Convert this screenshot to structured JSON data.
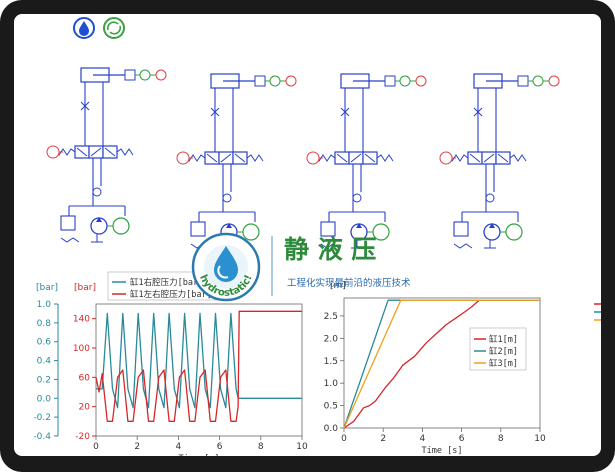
{
  "toolbar": {
    "icons": [
      "water-drop-icon",
      "recycle-icon"
    ]
  },
  "logo": {
    "ring_text": "hydrostatic!",
    "title": "静 液 压",
    "subtitle": "工程化实现最前沿的液压技术",
    "color": "#2e8b3d"
  },
  "chart_data": [
    {
      "type": "line",
      "xlabel": "Time [s]",
      "xlim": [
        0,
        10
      ],
      "x_ticks": [
        0,
        2,
        4,
        6,
        8,
        10
      ],
      "left_axis": {
        "unit": "[bar]",
        "ylim": [
          -0.4,
          1.0
        ],
        "ticks": [
          -0.4,
          -0.2,
          0.0,
          0.2,
          0.4,
          0.6,
          0.8,
          1.0
        ],
        "color": "#2a8a9a"
      },
      "right_axis": {
        "unit": "[bar]",
        "ylim": [
          -20,
          160
        ],
        "ticks": [
          -20,
          20,
          60,
          100,
          140
        ],
        "color": "#d62728"
      },
      "series": [
        {
          "name": "缸1右腔压力[bar]",
          "color": "#2a8a9a",
          "axis": "left",
          "x": [
            0,
            0.3,
            0.55,
            0.8,
            1.05,
            1.3,
            1.55,
            1.8,
            2.05,
            2.3,
            2.55,
            2.8,
            3.05,
            3.3,
            3.55,
            3.8,
            4.05,
            4.3,
            4.55,
            4.8,
            5.05,
            5.3,
            5.55,
            5.8,
            6.05,
            6.3,
            6.55,
            6.8,
            6.9,
            10
          ],
          "y": [
            0.1,
            0.1,
            0.9,
            0.1,
            -0.1,
            0.9,
            0.1,
            -0.1,
            0.9,
            0.1,
            -0.1,
            0.9,
            0.1,
            -0.1,
            0.9,
            0.1,
            -0.1,
            0.9,
            0.1,
            -0.1,
            0.9,
            0.1,
            -0.1,
            0.9,
            0.1,
            -0.1,
            0.9,
            0.1,
            0.0,
            0.0
          ]
        },
        {
          "name": "缸1左右腔压力[bar]",
          "color": "#d62728",
          "axis": "right",
          "x": [
            0,
            0.15,
            0.3,
            0.55,
            0.8,
            1.05,
            1.3,
            1.55,
            1.8,
            2.05,
            2.3,
            2.55,
            2.8,
            3.05,
            3.3,
            3.55,
            3.8,
            4.05,
            4.3,
            4.55,
            4.8,
            5.05,
            5.3,
            5.55,
            5.8,
            6.05,
            6.3,
            6.55,
            6.8,
            6.9,
            6.95,
            10
          ],
          "y": [
            60,
            40,
            65,
            0,
            0,
            60,
            70,
            0,
            0,
            60,
            70,
            0,
            0,
            60,
            70,
            0,
            0,
            60,
            70,
            0,
            0,
            60,
            70,
            0,
            0,
            60,
            70,
            0,
            0,
            20,
            150,
            150
          ]
        }
      ]
    },
    {
      "type": "line",
      "ylabel": "[m]",
      "xlabel": "Time [s]",
      "xlim": [
        0,
        10
      ],
      "ylim": [
        0,
        2.9
      ],
      "x_ticks": [
        0,
        2,
        4,
        6,
        8,
        10
      ],
      "y_ticks": [
        0.0,
        0.5,
        1.0,
        1.5,
        2.0,
        2.5
      ],
      "series": [
        {
          "name": "缸1[m]",
          "color": "#d62728",
          "x": [
            0,
            0.5,
            1.0,
            1.3,
            1.6,
            2.1,
            2.5,
            3.0,
            3.6,
            4.2,
            4.7,
            5.2,
            5.7,
            6.2,
            6.5,
            6.9,
            10
          ],
          "y": [
            0,
            0.15,
            0.45,
            0.5,
            0.6,
            0.9,
            1.1,
            1.4,
            1.6,
            1.9,
            2.1,
            2.3,
            2.45,
            2.6,
            2.7,
            2.85,
            2.85
          ]
        },
        {
          "name": "缸2[m]",
          "color": "#2a8a9a",
          "x": [
            0,
            2.25,
            10
          ],
          "y": [
            0,
            2.85,
            2.85
          ]
        },
        {
          "name": "缸3[m]",
          "color": "#f0a020",
          "x": [
            0,
            2.9,
            10
          ],
          "y": [
            0,
            2.85,
            2.85
          ]
        }
      ]
    }
  ]
}
